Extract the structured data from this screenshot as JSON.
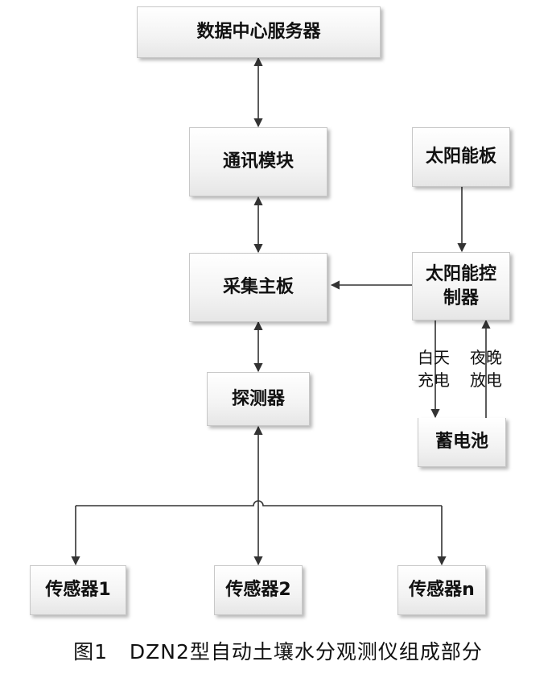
{
  "nodes": {
    "server": "数据中心服务器",
    "comm": "通讯模块",
    "solar_panel": "太阳能板",
    "board": "采集主板",
    "controller_line1": "太阳能控",
    "controller_line2": "制器",
    "detector": "探测器",
    "battery": "蓄电池",
    "sensor1": "传感器1",
    "sensor2": "传感器2",
    "sensorn": "传感器n"
  },
  "labels": {
    "charge_line1": "白天",
    "charge_line2": "充电",
    "discharge_line1": "夜晚",
    "discharge_line2": "放电"
  },
  "caption": "图1   DZN2型自动土壤水分观测仪组成部分"
}
